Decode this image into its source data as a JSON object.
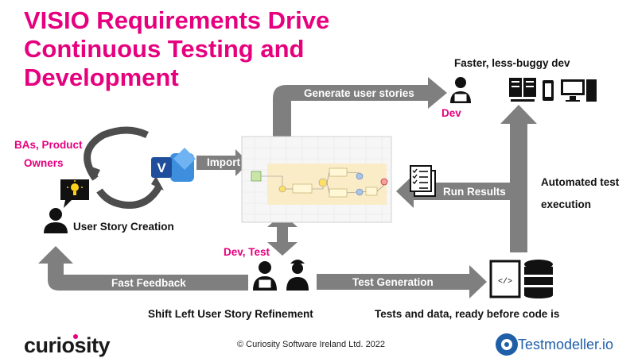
{
  "title": "VISIO Requirements Drive Continuous Testing and Development",
  "labels": {
    "bas": "BAs, Product",
    "owners": "Owners",
    "user_story_creation": "User Story Creation",
    "dev": "Dev",
    "dev_test": "Dev, Test",
    "faster_dev": "Faster, less-buggy dev",
    "automated_test_1": "Automated test",
    "automated_test_2": "execution",
    "shift_left": "Shift Left User Story Refinement",
    "tests_ready": "Tests and data, ready before code is"
  },
  "arrows": {
    "generate": "Generate user stories",
    "import": "Import",
    "run_results": "Run Results",
    "fast_feedback": "Fast Feedback",
    "test_generation": "Test Generation"
  },
  "footer": {
    "copyright": "© Curiosity Software Ireland Ltd. 2022",
    "logo_left": "curiosity",
    "logo_right": "Testmodeller.io"
  },
  "colors": {
    "accent": "#e6007e",
    "arrow": "#7f7f7f",
    "visio": "#1e4e9c"
  },
  "icons": [
    "lightbulb-speech-icon",
    "person-icon",
    "visio-logo-icon",
    "bpmn-diagram-thumbnail",
    "developer-icon",
    "servers-devices-icon",
    "checklist-icon",
    "developer-tester-icon",
    "code-file-icon",
    "database-icon",
    "gear-logo-icon"
  ]
}
